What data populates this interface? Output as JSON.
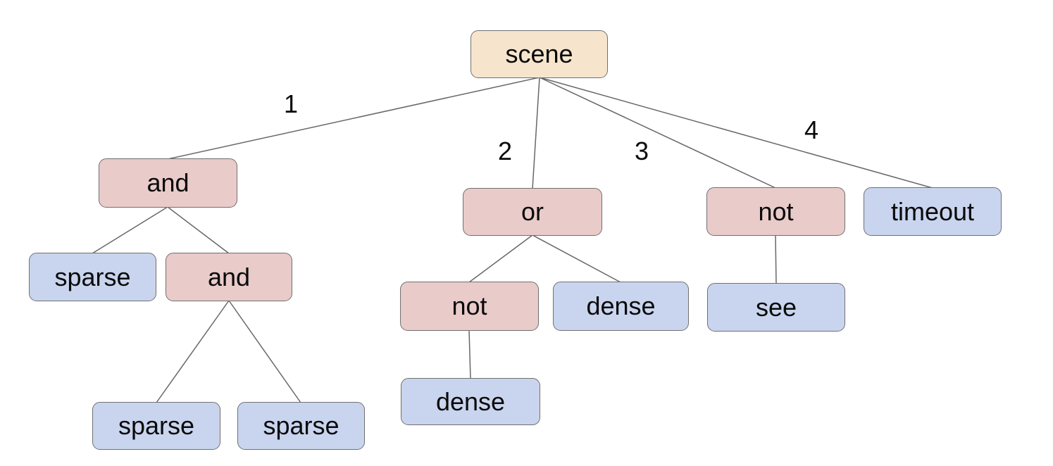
{
  "colors": {
    "background": "#ffffff",
    "root_fill": "#f6e5cc",
    "operator_fill": "#e9cbca",
    "leaf_fill": "#c9d5ee",
    "node_border": "#707070",
    "edge_line": "#676767",
    "text": "#0a0a0a"
  },
  "nodes": [
    {
      "id": "scene",
      "label": "scene",
      "kind": "root"
    },
    {
      "id": "and-1",
      "label": "and",
      "kind": "operator"
    },
    {
      "id": "or-1",
      "label": "or",
      "kind": "operator"
    },
    {
      "id": "not-1",
      "label": "not",
      "kind": "operator"
    },
    {
      "id": "timeout-1",
      "label": "timeout",
      "kind": "leaf"
    },
    {
      "id": "sparse-1",
      "label": "sparse",
      "kind": "leaf"
    },
    {
      "id": "and-2",
      "label": "and",
      "kind": "operator"
    },
    {
      "id": "not-2",
      "label": "not",
      "kind": "operator"
    },
    {
      "id": "dense-1",
      "label": "dense",
      "kind": "leaf"
    },
    {
      "id": "see-1",
      "label": "see",
      "kind": "leaf"
    },
    {
      "id": "sparse-2",
      "label": "sparse",
      "kind": "leaf"
    },
    {
      "id": "sparse-3",
      "label": "sparse",
      "kind": "leaf"
    },
    {
      "id": "dense-2",
      "label": "dense",
      "kind": "leaf"
    }
  ],
  "edges": [
    {
      "from": "scene",
      "to": "and-1",
      "label": "1"
    },
    {
      "from": "scene",
      "to": "or-1",
      "label": "2"
    },
    {
      "from": "scene",
      "to": "not-1",
      "label": "3"
    },
    {
      "from": "scene",
      "to": "timeout-1",
      "label": "4"
    },
    {
      "from": "and-1",
      "to": "sparse-1",
      "label": ""
    },
    {
      "from": "and-1",
      "to": "and-2",
      "label": ""
    },
    {
      "from": "or-1",
      "to": "not-2",
      "label": ""
    },
    {
      "from": "or-1",
      "to": "dense-1",
      "label": ""
    },
    {
      "from": "not-1",
      "to": "see-1",
      "label": ""
    },
    {
      "from": "and-2",
      "to": "sparse-2",
      "label": ""
    },
    {
      "from": "and-2",
      "to": "sparse-3",
      "label": ""
    },
    {
      "from": "not-2",
      "to": "dense-2",
      "label": ""
    }
  ]
}
